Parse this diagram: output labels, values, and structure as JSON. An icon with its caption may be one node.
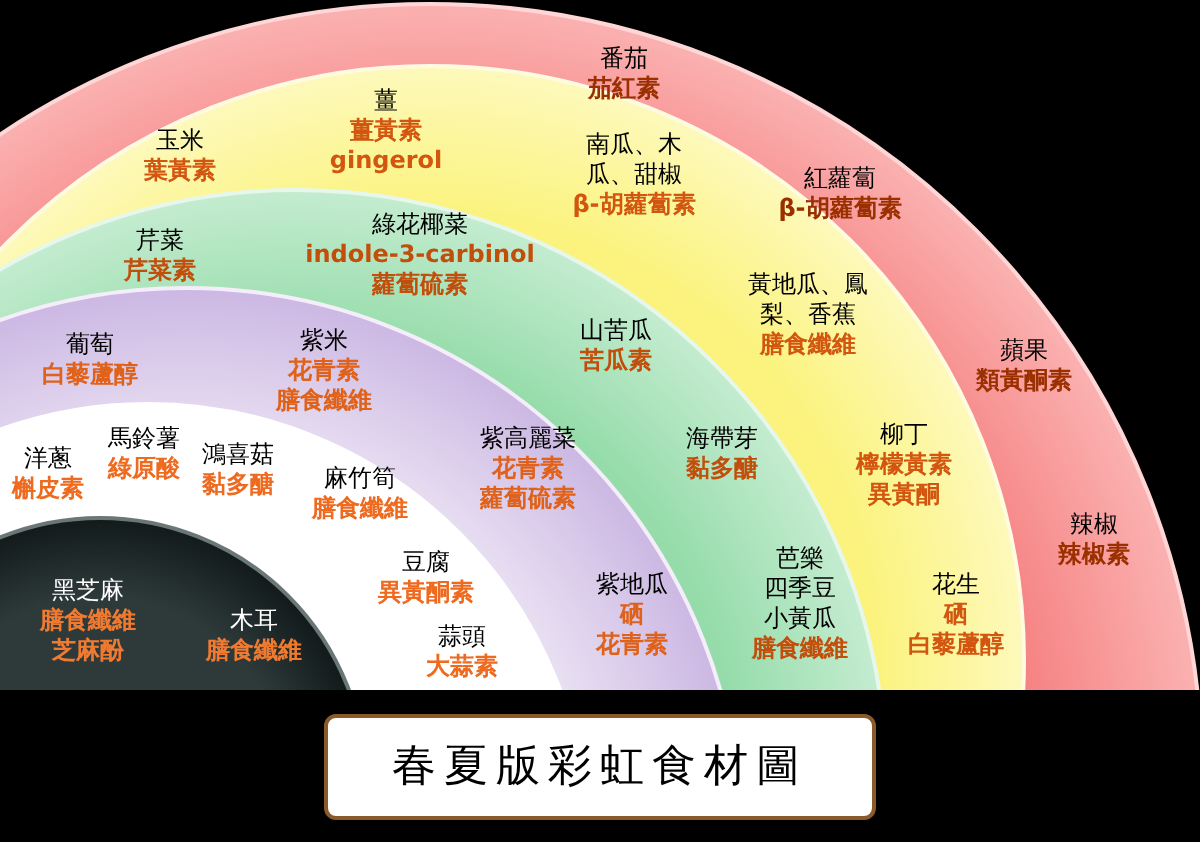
{
  "diagram": {
    "title": "春夏版彩虹食材圖",
    "nodes": [
      {
        "text": [
          "番茄",
          "茄紅素"
        ]
      },
      {
        "text": [
          "紅蘿蔔",
          "β-胡蘿蔔素"
        ]
      },
      {
        "text": [
          "蘋果",
          "類黃酮素"
        ]
      },
      {
        "text": [
          "辣椒",
          "辣椒素"
        ]
      },
      {
        "text": [
          "玉米",
          "葉黃素"
        ]
      },
      {
        "text": [
          "薑",
          "薑黃素",
          "gingerol"
        ]
      },
      {
        "text": [
          "南瓜、木瓜、甜椒",
          "β-胡蘿蔔素"
        ]
      },
      {
        "text": [
          "黃地瓜、鳳梨、香蕉",
          "膳食纖維"
        ]
      },
      {
        "text": [
          "柳丁",
          "檸檬黃素",
          "異黃酮"
        ]
      },
      {
        "text": [
          "花生",
          "硒",
          "白藜蘆醇"
        ]
      },
      {
        "text": [
          "芹菜",
          "芹菜素"
        ]
      },
      {
        "text": [
          "綠花椰菜",
          "indole-3-carbinol",
          "蘿蔔硫素"
        ]
      },
      {
        "text": [
          "山苦瓜",
          "苦瓜素"
        ]
      },
      {
        "text": [
          "海帶芽",
          "黏多醣"
        ]
      },
      {
        "text": [
          "芭樂",
          "四季豆",
          "小黃瓜",
          "膳食纖維"
        ]
      },
      {
        "text": [
          "葡萄",
          "白藜蘆醇"
        ]
      },
      {
        "text": [
          "紫米",
          "花青素",
          "膳食纖維"
        ]
      },
      {
        "text": [
          "紫高麗菜",
          "花青素",
          "蘿蔔硫素"
        ]
      },
      {
        "text": [
          "紫地瓜",
          "硒",
          "花青素"
        ]
      },
      {
        "text": [
          "洋蔥",
          "槲皮素"
        ]
      },
      {
        "text": [
          "馬鈴薯",
          "綠原酸"
        ]
      },
      {
        "text": [
          "鴻喜菇",
          "黏多醣"
        ]
      },
      {
        "text": [
          "麻竹筍",
          "膳食纖維"
        ]
      },
      {
        "text": [
          "豆腐",
          "異黃酮素"
        ]
      },
      {
        "text": [
          "蒜頭",
          "大蒜素"
        ]
      },
      {
        "text": [
          "黑芝麻",
          "膳食纖維",
          "芝麻酚"
        ]
      },
      {
        "text": [
          "木耳",
          "膳食纖維"
        ]
      }
    ]
  }
}
